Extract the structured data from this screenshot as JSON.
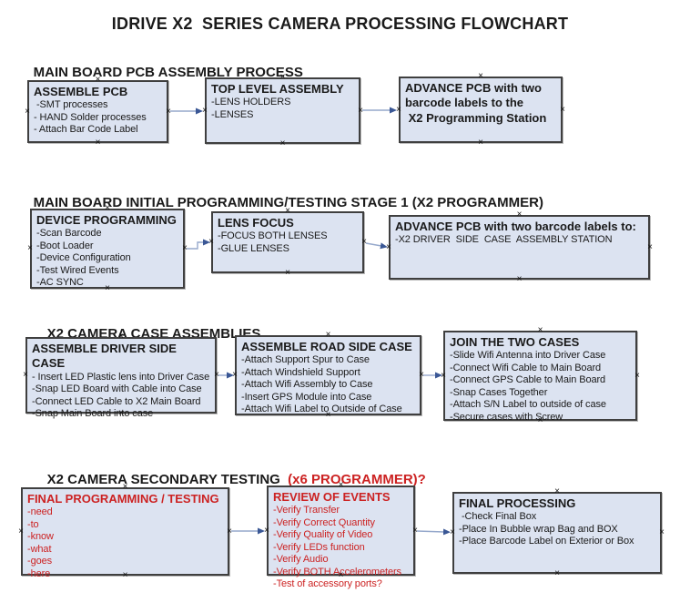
{
  "title": "IDRIVE X2  SERIES CAMERA PROCESSING FLOWCHART",
  "icons": {
    "connection_point": "×"
  },
  "colors": {
    "box_fill": "#dce3f1",
    "box_border": "#3f3f3f",
    "connector_line": "#96a9cc",
    "connector_arrow": "#3a5795",
    "red_text": "#cc2222"
  },
  "sections": [
    {
      "heading": "MAIN BOARD PCB ASSEMBLY PROCESS",
      "boxes": [
        {
          "title": "ASSEMBLE PCB",
          "items": [
            " -SMT processes",
            "- HAND Solder processes",
            "- Attach Bar Code Label"
          ]
        },
        {
          "title": "TOP LEVEL ASSEMBLY",
          "items": [
            "-LENS HOLDERS",
            "-LENSES"
          ]
        },
        {
          "title": "ADVANCE PCB with two\nbarcode labels to the\n X2 Programming Station",
          "items": []
        }
      ]
    },
    {
      "heading": "MAIN BOARD INITIAL PROGRAMMING/TESTING STAGE 1 (X2 PROGRAMMER)",
      "boxes": [
        {
          "title": "DEVICE PROGRAMMING",
          "items": [
            "-Scan Barcode",
            "-Boot Loader",
            "-Device Configuration",
            "-Test Wired Events",
            "-AC SYNC"
          ]
        },
        {
          "title": "LENS FOCUS",
          "items": [
            "-FOCUS BOTH LENSES",
            "-GLUE LENSES"
          ]
        },
        {
          "title": "ADVANCE PCB with two barcode labels to:",
          "items": [
            "-X2 DRIVER  SIDE  CASE  ASSEMBLY STATION"
          ]
        }
      ]
    },
    {
      "heading": "X2 CAMERA CASE ASSEMBLIES",
      "boxes": [
        {
          "title": "ASSEMBLE DRIVER SIDE CASE",
          "items": [
            "- Insert LED Plastic lens into Driver Case",
            "-Snap LED Board with Cable into Case",
            "-Connect LED Cable to X2 Main Board",
            "-Snap Main Board into case"
          ]
        },
        {
          "title": "ASSEMBLE ROAD SIDE CASE",
          "items": [
            "-Attach Support Spur to Case",
            "-Attach Windshield Support",
            "-Attach Wifi Assembly to Case",
            "-Insert GPS Module into Case",
            "-Attach Wifi Label to Outside of Case"
          ]
        },
        {
          "title": "JOIN THE TWO CASES",
          "items": [
            "-Slide Wifi Antenna into Driver Case",
            "-Connect Wifi Cable to Main Board",
            "-Connect GPS Cable to Main Board",
            "-Snap Cases Together",
            "-Attach S/N Label to outside of case",
            "-Secure cases with Screw"
          ]
        }
      ]
    },
    {
      "heading": "X2 CAMERA SECONDARY TESTING",
      "heading_red": "  (x6 PROGRAMMER)?",
      "boxes": [
        {
          "title": "FINAL PROGRAMMING / TESTING",
          "items": [
            "-need",
            "-to",
            "-know",
            "-what",
            "-goes",
            "-here"
          ]
        },
        {
          "title": "REVIEW OF EVENTS",
          "items": [
            "-Verify Transfer",
            "-Verify Correct Quantity",
            "-Verify Quality of Video",
            "-Verify LEDs function",
            "-Verify Audio",
            "-Verify BOTH Accelerometers",
            "-Test of accessory ports?"
          ]
        },
        {
          "title": "FINAL PROCESSING",
          "items": [
            " -Check Final Box",
            "-Place In Bubble wrap Bag and BOX",
            "-Place Barcode Label on Exterior or Box"
          ]
        }
      ]
    }
  ]
}
